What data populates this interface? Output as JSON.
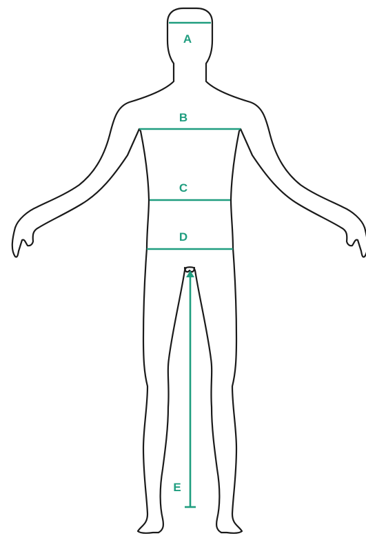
{
  "accent_color": "#1f9d7f",
  "outline_color": "#1a1a1a",
  "labels": {
    "head": "A",
    "chest": "B",
    "waist": "C",
    "hips": "D",
    "inseam": "E"
  }
}
